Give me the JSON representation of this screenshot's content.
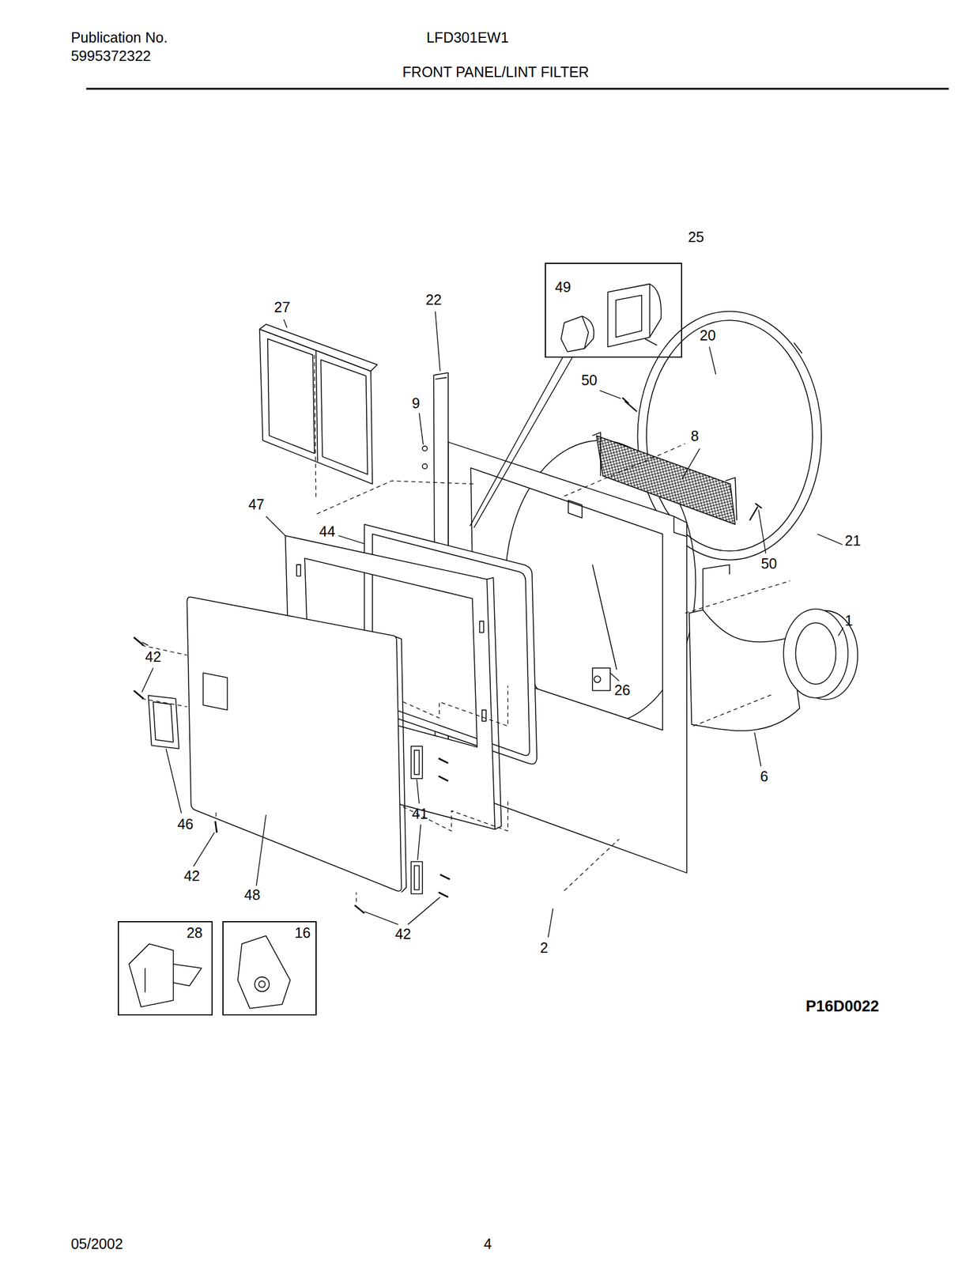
{
  "diagram": {
    "title": "FRONT PANEL/LINT FILTER",
    "nodes": [
      {
        "text": [
          "25",
          "49"
        ]
      },
      {
        "text": [
          "28"
        ]
      },
      {
        "text": [
          "16"
        ]
      }
    ],
    "labels": [
      "Publication No.",
      "5995372322",
      "LFD301EW1",
      "27",
      "22",
      "20",
      "50",
      "9",
      "8",
      "47",
      "44",
      "21",
      "50",
      "1",
      "42",
      "26",
      "6",
      "46",
      "41",
      "42",
      "48",
      "42",
      "2",
      "P16D0022",
      "05/2002",
      "4"
    ]
  }
}
